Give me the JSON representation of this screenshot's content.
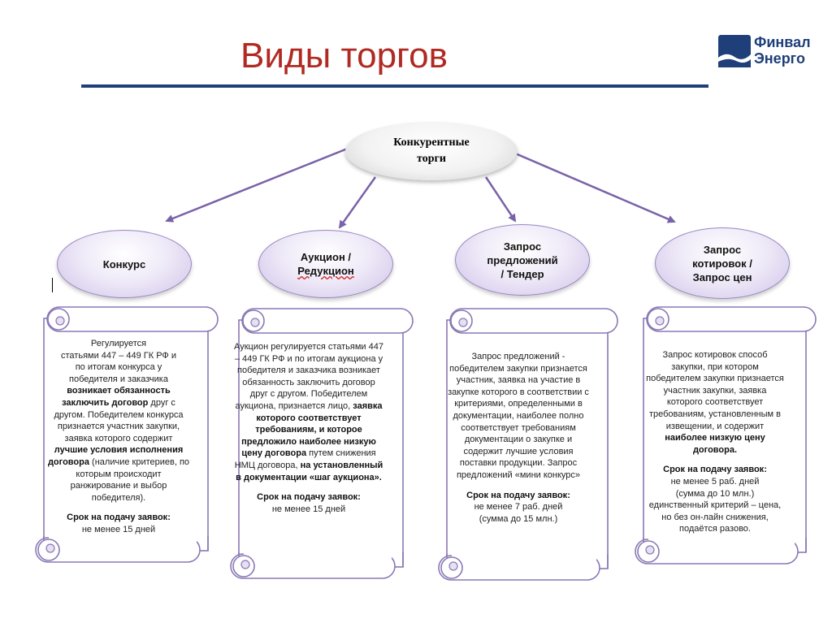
{
  "title": "Виды торгов",
  "logo": {
    "line1": "Финвал",
    "line2": "Энерго"
  },
  "root": {
    "line1": "Конкурентные",
    "line2": "торги"
  },
  "types": [
    {
      "lines": [
        "Конкурс"
      ]
    },
    {
      "lines": [
        "Аукцион /",
        "Редукцион"
      ]
    },
    {
      "lines": [
        "Запрос",
        "предложений",
        "/ Тендер"
      ]
    },
    {
      "lines": [
        "Запрос",
        "котировок /",
        "Запрос цен"
      ]
    }
  ],
  "descriptions": [
    {
      "lines": [
        "Регулируется",
        "статьями 447 – 449 ГК РФ и",
        "по итогам конкурса у",
        "победителя и заказчика"
      ],
      "bold1": "возникает обязанность заключить договор",
      "after_bold1": " друг с другом. Победителем конкурса признается участник закупки, заявка которого содержит ",
      "bold2": "лучшие условия исполнения договора",
      "after_bold2": " (наличие критериев, по которым происходит ранжирование и выбор победителя).",
      "deadline_label": "Срок на подачу заявок:",
      "deadline_value": "не менее 15 дней"
    },
    {
      "intro": "Аукцион регулируется статьями 447 – 449 ГК РФ и по итогам аукциона у победителя и заказчика возникает обязанность заключить договор друг с другом. Победителем аукциона, признается лицо, ",
      "bold1": "заявка которого соответствует требованиям, и которое предложило наиболее низкую цену договора",
      "after_bold1": " путем снижения НМЦ договора, ",
      "bold2": "на установленный в документации «шаг аукциона».",
      "deadline_label": "Срок на подачу заявок:",
      "deadline_value": "не менее 15 дней"
    },
    {
      "intro": "Запрос предложений - победителем закупки признается участник, заявка на участие в закупке которого в соответствии с критериями, определенными в документации, наиболее полно соответствует требованиям документации о закупке и содержит лучшие условия поставки продукции. Запрос предложений «мини конкурс»",
      "deadline_label": "Срок на подачу заявок:",
      "deadline_value": "не менее 7 раб. дней",
      "deadline_note": "(сумма до 15 млн.)"
    },
    {
      "intro": "Запрос котировок способ закупки, при котором победителем закупки признается участник закупки, заявка которого соответствует требованиям, установленным в извещении, и содержит ",
      "bold1": "наиболее низкую цену договора.",
      "deadline_label": "Срок на подачу заявок:",
      "deadline_value": "не менее 5 раб. дней",
      "deadline_note": "(сумма до 10 млн.)",
      "extra": "единственный критерий – цена, но без он-лайн снижения, подаётся разово."
    }
  ],
  "colors": {
    "title": "#b02a22",
    "rule": "#1f3f7a",
    "arrow": "#7a62a8",
    "oval_border": "#9b86c4",
    "scroll_border": "#8a78b6"
  }
}
